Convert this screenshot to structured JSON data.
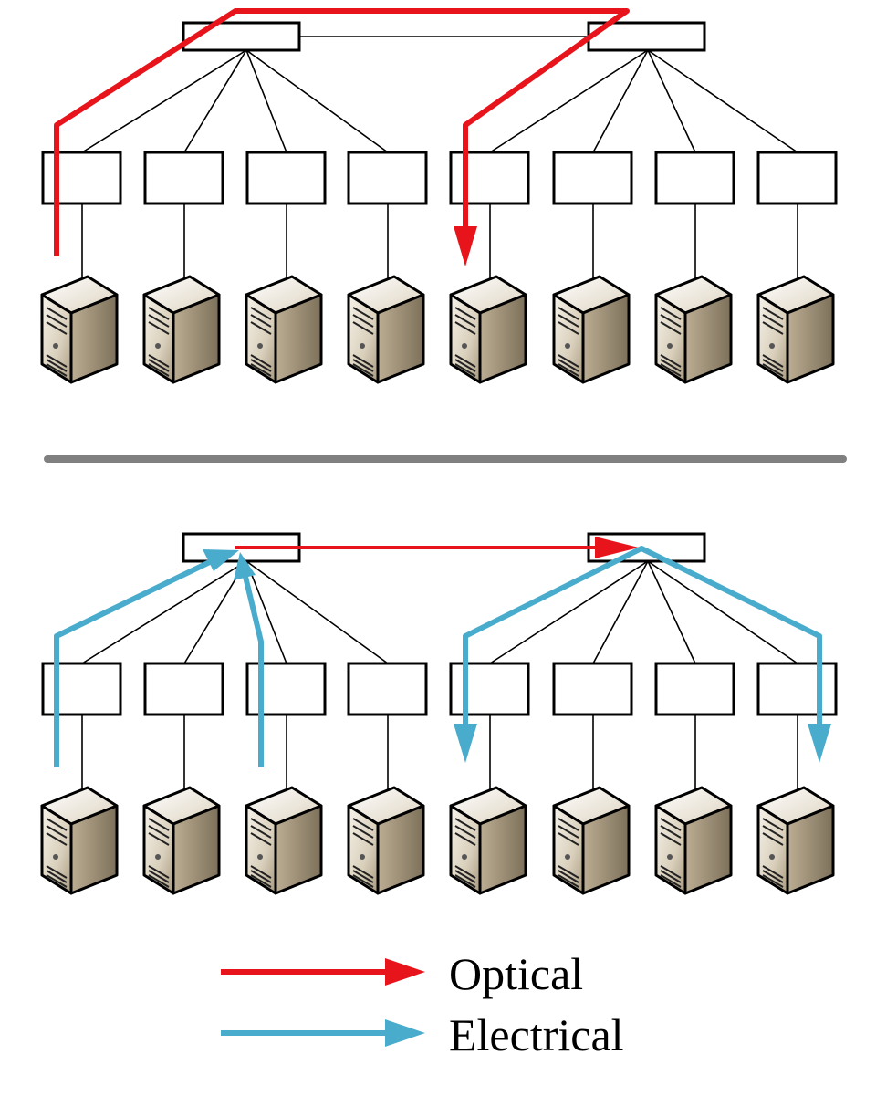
{
  "colors": {
    "optical": "#e8141b",
    "electrical": "#4aaccc",
    "divider": "#808080"
  },
  "legend": [
    {
      "label": "Optical",
      "color_key": "optical"
    },
    {
      "label": "Electrical",
      "color_key": "electrical"
    }
  ],
  "panels": [
    {
      "name": "top",
      "core_switches": 2,
      "tor_switches": 8,
      "servers": 8,
      "path_type": "optical"
    },
    {
      "name": "bottom",
      "core_switches": 2,
      "tor_switches": 8,
      "servers": 8,
      "path_type": "electrical-with-optical-core"
    }
  ]
}
